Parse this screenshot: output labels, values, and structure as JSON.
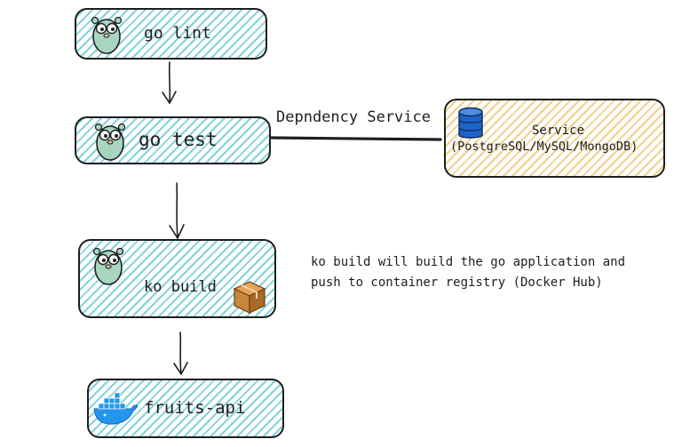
{
  "steps": {
    "lint": {
      "label": "go lint"
    },
    "test": {
      "label": "go test"
    },
    "build": {
      "label": "ko build"
    },
    "image": {
      "label": "fruits-api"
    }
  },
  "dependency": {
    "edge_label": "Depndency Service",
    "service_title": "Service",
    "service_subtitle": "(PostgreSQL/MySQL/MongoDB)"
  },
  "annotation": {
    "line1": "ko build will build the go application and",
    "line2": "push to container registry (Docker Hub)"
  },
  "colors": {
    "step_fill": "#84d2de",
    "service_fill": "#f3d08d",
    "stroke": "#1e1e1e",
    "gopher": "#a8d5bf",
    "database": "#1e62c8",
    "docker": "#2496ed",
    "package": "#c8863a"
  },
  "icons": [
    "gopher-icon",
    "database-icon",
    "package-box-icon",
    "docker-whale-icon"
  ]
}
